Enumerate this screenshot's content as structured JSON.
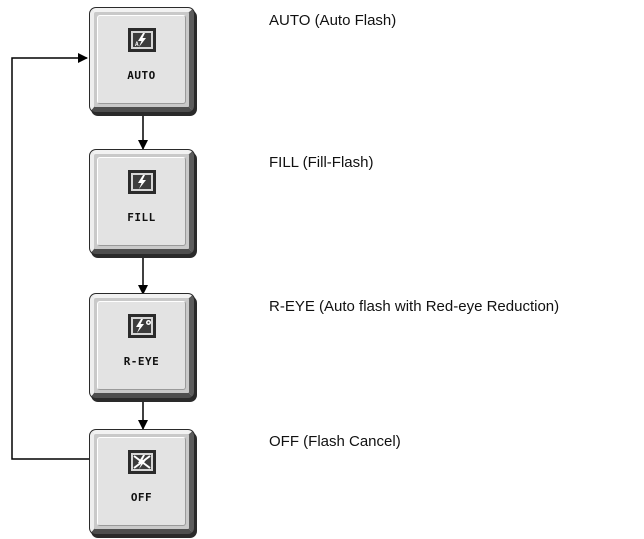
{
  "modes": [
    {
      "button_label": "AUTO",
      "description": "AUTO (Auto Flash)",
      "icon": "auto-flash-icon"
    },
    {
      "button_label": "FILL",
      "description": "FILL (Fill-Flash)",
      "icon": "fill-flash-icon"
    },
    {
      "button_label": "R-EYE",
      "description": "R-EYE (Auto flash with Red-eye Reduction)",
      "icon": "red-eye-flash-icon"
    },
    {
      "button_label": "OFF",
      "description": "OFF (Flash Cancel)",
      "icon": "flash-cancel-icon"
    }
  ],
  "colors": {
    "line": "#000000",
    "text": "#111111",
    "button_face": "#e3e3e3"
  }
}
